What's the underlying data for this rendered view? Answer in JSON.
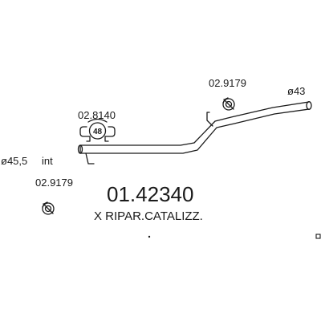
{
  "diagram": {
    "part_number": "01.42340",
    "description": "X RIPAR.CATALIZZ.",
    "inlet_label": "ø45,5",
    "inlet_suffix": "int",
    "outlet_label": "ø43",
    "clamp": {
      "code": "02.8140",
      "size": "48"
    },
    "hanger_upper": {
      "code": "02.9179"
    },
    "hanger_lower": {
      "code": "02.9179"
    }
  }
}
